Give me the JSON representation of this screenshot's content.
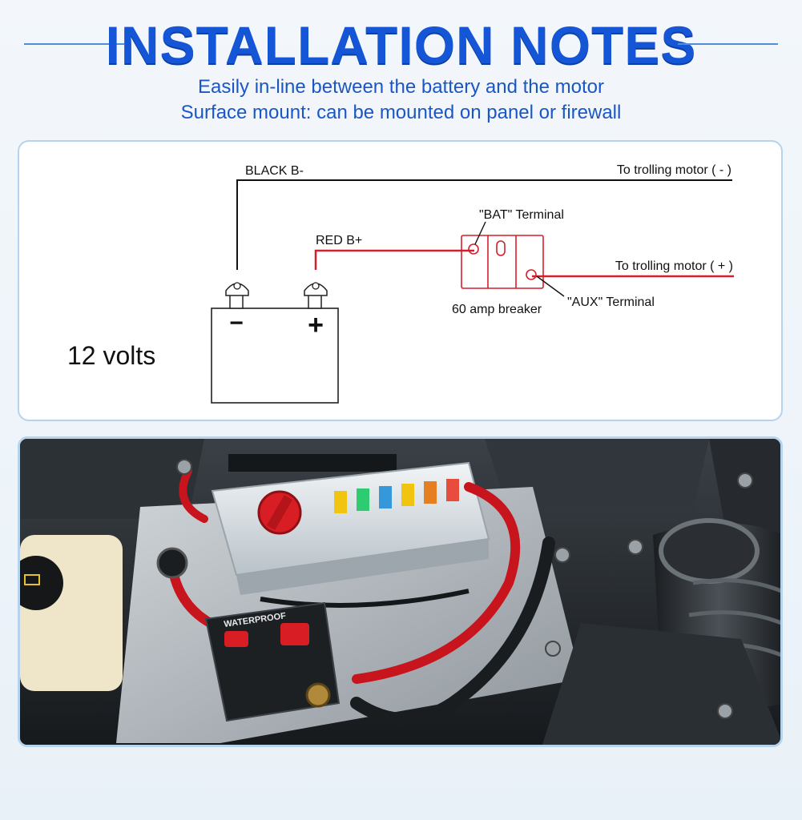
{
  "header": {
    "title": "INSTALLATION NOTES",
    "line1": "Easily in-line between the battery and the motor",
    "line2": "Surface mount: can be mounted on panel or firewall"
  },
  "diagram": {
    "black_wire_label": "BLACK B-",
    "red_wire_label": "RED B+",
    "motor_neg_label": "To trolling motor ( - )",
    "motor_pos_label": "To trolling motor ( + )",
    "bat_terminal_label": "\"BAT\" Terminal",
    "aux_terminal_label": "\"AUX\" Terminal",
    "breaker_label": "60 amp breaker",
    "voltage_label": "12 volts",
    "battery_minus": "−",
    "battery_plus": "+",
    "colors": {
      "red_wire": "#d61f2c",
      "black_wire": "#111111"
    }
  },
  "photo": {
    "breaker_text": "WATERPROOF",
    "colors": {
      "fuse_box": "#dfe6ec",
      "knob": "#d81e24",
      "cable": "#c8141c"
    }
  }
}
